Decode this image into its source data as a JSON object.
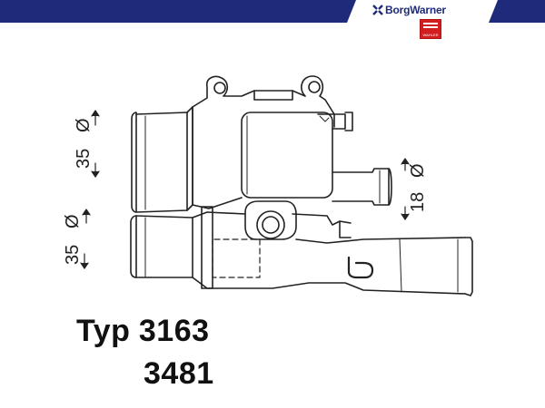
{
  "header": {
    "brand_name": "BorgWarner",
    "badge_text": "WAHLER",
    "colors": {
      "banner": "#1f2b7a",
      "badge": "#d21e1e"
    }
  },
  "diagram": {
    "dimensions": {
      "left_upper_outlet": "35",
      "left_lower_outlet": "35",
      "right_small_outlet": "18"
    },
    "diameter_symbol": "Ø",
    "line_color": "#222222"
  },
  "caption": {
    "type_label": "Typ",
    "part_number_1": "3163",
    "part_number_2": "3481"
  }
}
